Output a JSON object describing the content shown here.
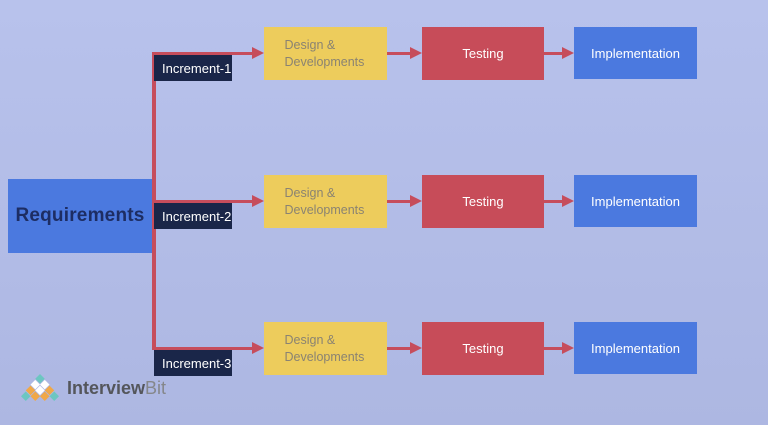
{
  "requirements": {
    "label": "Requirements"
  },
  "rows": [
    {
      "increment": "Increment-1",
      "design": "Design & Developments",
      "testing": "Testing",
      "implementation": "Implementation"
    },
    {
      "increment": "Increment-2",
      "design": "Design & Developments",
      "testing": "Testing",
      "implementation": "Implementation"
    },
    {
      "increment": "Increment-3",
      "design": "Design & Developments",
      "testing": "Testing",
      "implementation": "Implementation"
    }
  ],
  "logo": {
    "part_bold": "Interview",
    "part_light": "Bit"
  },
  "colors": {
    "bg-top": "#b8c2ec",
    "bg-bottom": "#adb7e2",
    "requirements-blue": "#4b79df",
    "requirements-text": "#1d2d63",
    "implementation-blue": "#4b79df",
    "design-yellow": "#edcc5c",
    "design-text": "#8a8372",
    "testing-red": "#c74c59",
    "increment-navy": "#1a2649",
    "arrow-red": "#c64d5c",
    "logo-teal": "#6cc6c1",
    "logo-orange": "#f0a848",
    "logo-text-dark": "#54565b",
    "logo-text-light": "#85878a"
  }
}
